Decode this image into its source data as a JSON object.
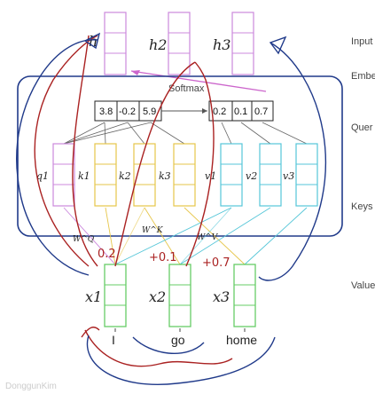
{
  "section_labels": [
    "Input",
    "Embe",
    "Quer",
    "Keys",
    "Value"
  ],
  "hidden_labels": [
    "h",
    "h2",
    "h3"
  ],
  "softmax_label": "Softmax",
  "scores_before": [
    "3.8",
    "-0.2",
    "5.9"
  ],
  "scores_after": [
    "0.2",
    "0.1",
    "0.7"
  ],
  "q_label": "q1",
  "k_labels": [
    "k1",
    "k2",
    "k3"
  ],
  "v_labels": [
    "v1",
    "v2",
    "v3"
  ],
  "x_labels": [
    "x1",
    "x2",
    "x3"
  ],
  "weight_labels": [
    "W^Q",
    "W^K",
    "W^V"
  ],
  "words": [
    "I",
    "go",
    "home"
  ],
  "handwritten": [
    "0.2",
    "+0.1",
    "+0.7"
  ],
  "watermark": "DonggunKim",
  "colors": {
    "purple": "#cc88dd",
    "yellow": "#e6c64a",
    "cyan": "#55c6d8",
    "green": "#66cc66",
    "ink_red": "#aa2222",
    "ink_blue": "#203a8a"
  }
}
